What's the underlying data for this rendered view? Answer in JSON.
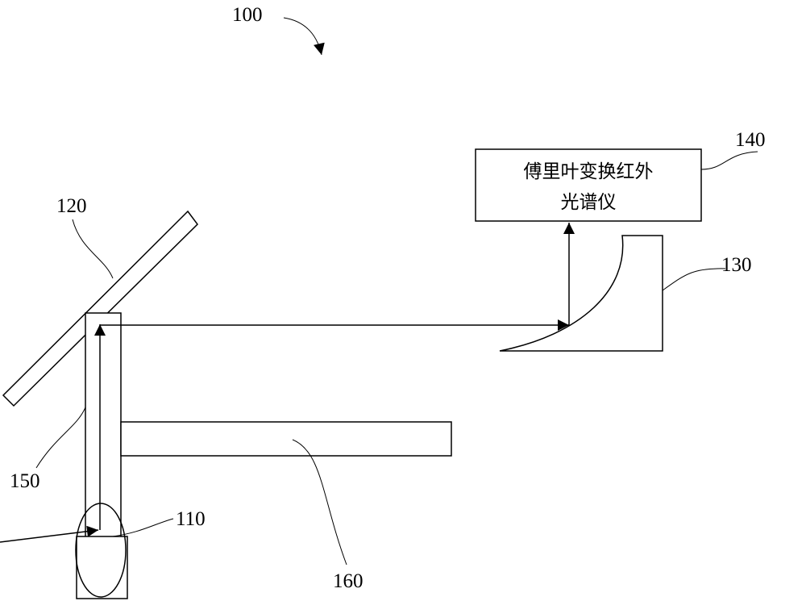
{
  "figure_label": "100",
  "spectrometer": {
    "ref": "140",
    "line1": "傅里叶变换红外",
    "line2": "光谱仪"
  },
  "labels": {
    "light_source": "110",
    "plate": "120",
    "mirror": "130",
    "tube": "150",
    "stage": "160"
  }
}
